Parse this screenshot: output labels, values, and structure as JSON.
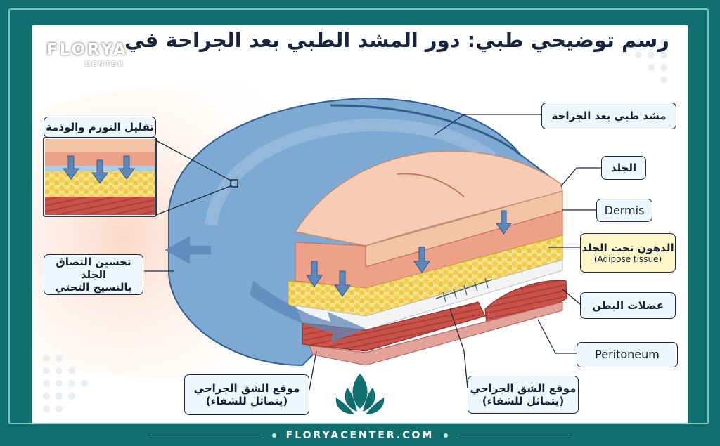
{
  "title": "رسم توضيحي طبي: دور المشد الطبي بعد الجراحة في دعم البطن",
  "logo": {
    "brand": "FLORYA",
    "sub": "CENTER"
  },
  "labels": {
    "binder": "مشد طبي بعد الجراحة",
    "skin": "الجلد",
    "dermis": "Dermis",
    "fat_ar": "الدهون تحت الجلد",
    "fat_en": "(Adipose tissue)",
    "muscles": "عضلات البطن",
    "peritoneum": "Peritoneum",
    "swelling": "تقليل التورم والوذمة",
    "adhesion_l1": "تحسين التصاق الجلد",
    "adhesion_l2": "بالنسيج التحتي",
    "incision_left_l1": "موقع الشق الجراحي",
    "incision_left_l2": "(يتماثل للشفاء)",
    "incision_right_l1": "موقع الشق الجراحي",
    "incision_right_l2": "(يتماثل للشفاء)"
  },
  "footer": {
    "site": "FLORYACENTER.COM"
  },
  "colors": {
    "frame": "#0f6f6e",
    "binder": "#7ea9d3",
    "skin": "#f3c3a6",
    "dermis": "#eea189",
    "fat": "#f2d35a",
    "muscle": "#c9524a",
    "label_fill": "#eef6fb",
    "fat_label_fill": "#fff6c9"
  },
  "icons": [
    "lotus-logo-icon",
    "arrow-icon"
  ]
}
